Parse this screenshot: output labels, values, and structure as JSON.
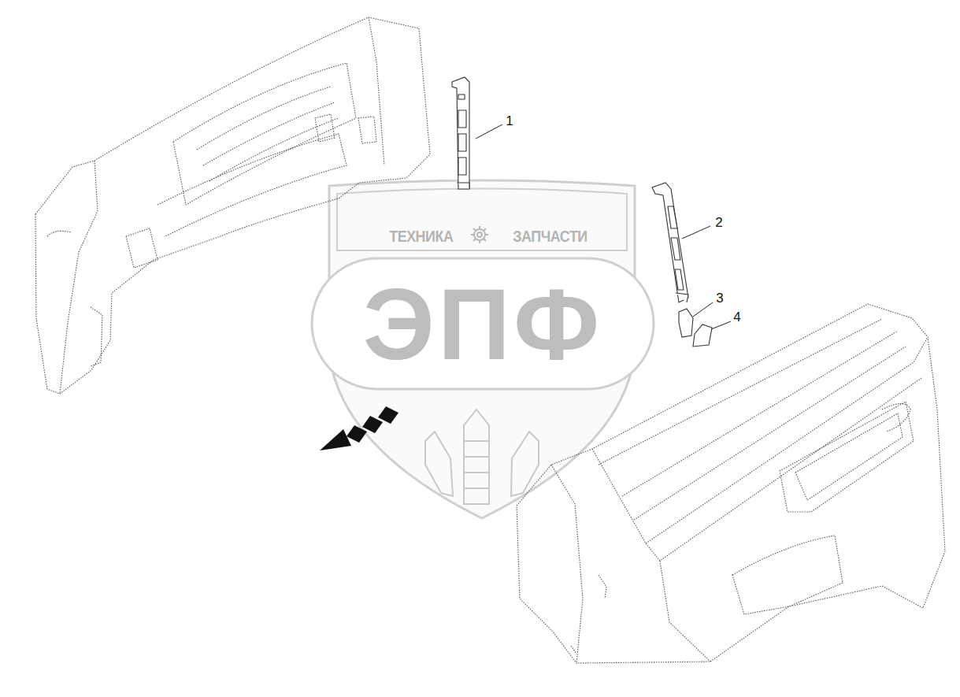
{
  "diagram": {
    "labels": [
      "1",
      "2",
      "3",
      "4",
      "ТЕХНИКА",
      "ЗАПЧАСТИ",
      "ЭПФ"
    ]
  }
}
